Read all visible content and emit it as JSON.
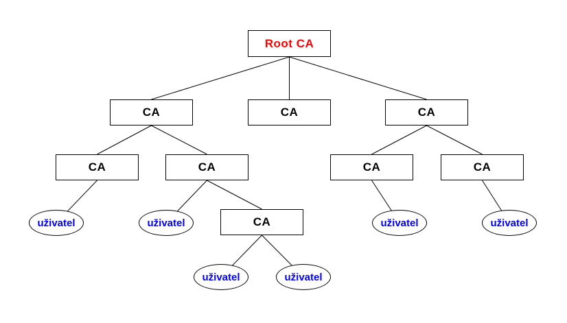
{
  "diagram": {
    "colors": {
      "background": "#ffffff",
      "edge": "#000000",
      "node_border": "#000000",
      "root_label": "#ff0000",
      "ca_label": "#000000",
      "user_label": "#0000ff"
    },
    "nodes": {
      "root": {
        "label": "Root CA"
      },
      "ca1": {
        "label": "CA"
      },
      "ca2": {
        "label": "CA"
      },
      "ca3": {
        "label": "CA"
      },
      "ca4": {
        "label": "CA"
      },
      "ca5": {
        "label": "CA"
      },
      "ca6": {
        "label": "CA"
      },
      "ca7": {
        "label": "CA"
      },
      "ca8": {
        "label": "CA"
      },
      "u1": {
        "label": "uživatel"
      },
      "u2": {
        "label": "uživatel"
      },
      "u3": {
        "label": "uživatel"
      },
      "u4": {
        "label": "uživatel"
      },
      "u5": {
        "label": "uživatel"
      },
      "u6": {
        "label": "uživatel"
      }
    },
    "edges": [
      {
        "from": "root",
        "to": "ca1"
      },
      {
        "from": "root",
        "to": "ca2"
      },
      {
        "from": "root",
        "to": "ca3"
      },
      {
        "from": "ca1",
        "to": "ca4"
      },
      {
        "from": "ca1",
        "to": "ca5"
      },
      {
        "from": "ca3",
        "to": "ca6"
      },
      {
        "from": "ca3",
        "to": "ca7"
      },
      {
        "from": "ca4",
        "to": "u1"
      },
      {
        "from": "ca5",
        "to": "u2"
      },
      {
        "from": "ca5",
        "to": "ca8"
      },
      {
        "from": "ca6",
        "to": "u3"
      },
      {
        "from": "ca7",
        "to": "u4"
      },
      {
        "from": "ca8",
        "to": "u5"
      },
      {
        "from": "ca8",
        "to": "u6"
      }
    ]
  }
}
